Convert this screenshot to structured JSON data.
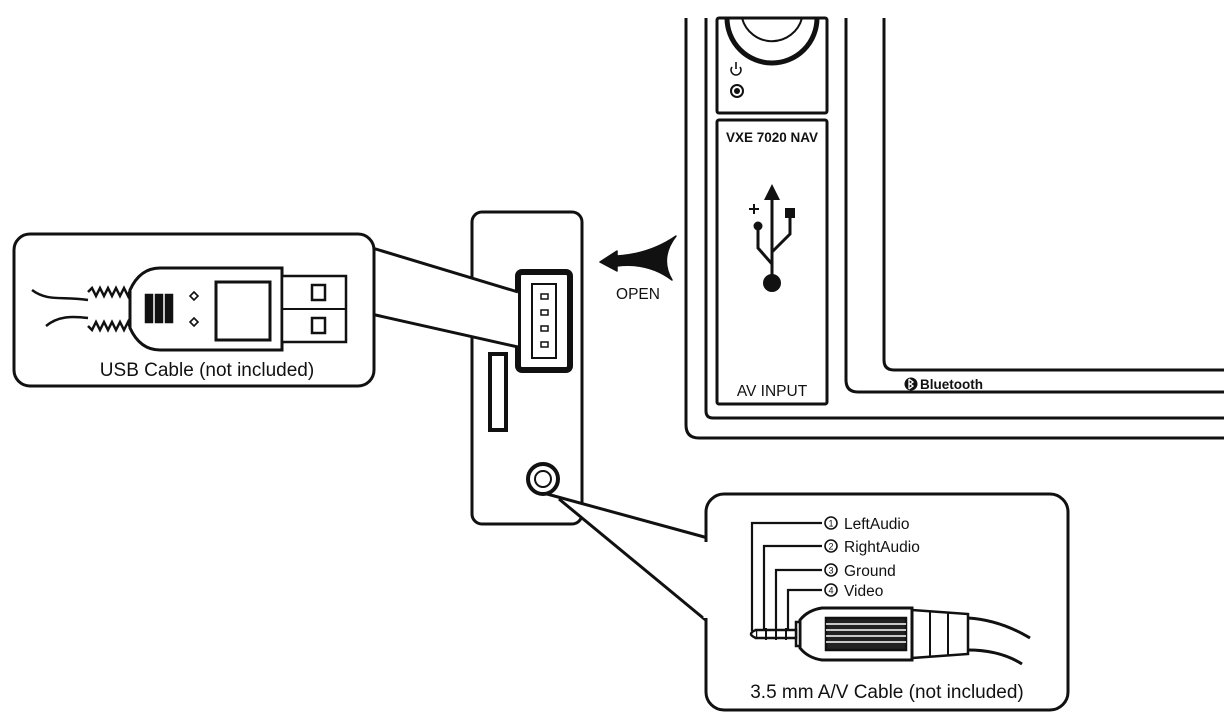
{
  "device": {
    "model": "VXE 7020 NAV",
    "av_input_label": "AV INPUT",
    "bluetooth_label": "Bluetooth"
  },
  "panel": {
    "open_label": "OPEN"
  },
  "usb_callout": {
    "caption": "USB Cable (not included)"
  },
  "av_callout": {
    "caption": "3.5 mm A/V Cable (not included)",
    "pins": [
      {
        "number": "1",
        "label": "LeftAudio"
      },
      {
        "number": "2",
        "label": "RightAudio"
      },
      {
        "number": "3",
        "label": "Ground"
      },
      {
        "number": "4",
        "label": "Video"
      }
    ]
  }
}
